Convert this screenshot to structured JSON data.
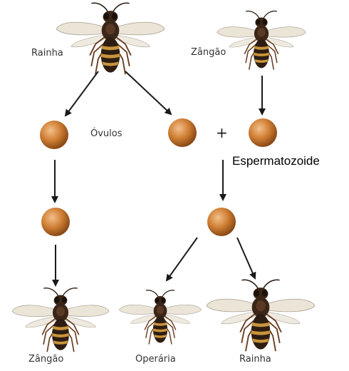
{
  "labels": {
    "queen_parent": "Rainha",
    "drone_parent": "Zângão",
    "ovules": "Óvulos",
    "plus": "+",
    "sperm": "Espermatozoide",
    "offspring_drone": "Zângão",
    "offspring_worker": "Operária",
    "offspring_queen": "Rainha"
  },
  "colors": {
    "egg_fill": "#c9772c",
    "egg_highlight": "#f0b27a",
    "arrow": "#1a1a1a",
    "wasp_body": "#3a2a1c",
    "wasp_stripe": "#c8943c",
    "wing": "#e8e2d2"
  }
}
